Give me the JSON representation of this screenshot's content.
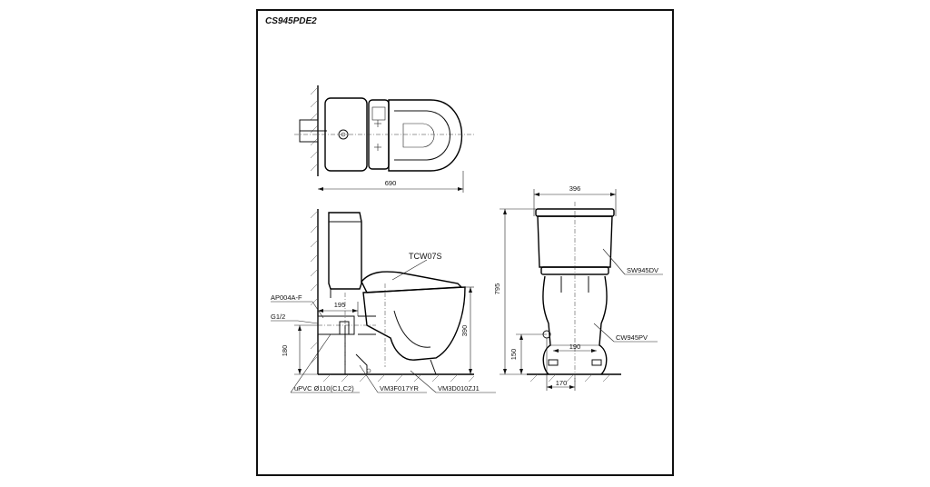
{
  "title": "CS945PDE2",
  "dimensions": {
    "top_length": "690",
    "front_width": "396",
    "total_height": "795",
    "side_195": "195",
    "side_390": "390",
    "side_180": "180",
    "front_150": "150",
    "front_190": "190",
    "front_170": "170"
  },
  "labels": {
    "seat": "TCW07S",
    "valve": "AP004A-F",
    "thread": "G1/2",
    "pipe": "uPVC Ø110(C1,C2)",
    "part_yr": "VM3F017YR",
    "part_zj": "VM3D010ZJ1",
    "tank": "SW945DV",
    "bowl": "CW945PV"
  }
}
